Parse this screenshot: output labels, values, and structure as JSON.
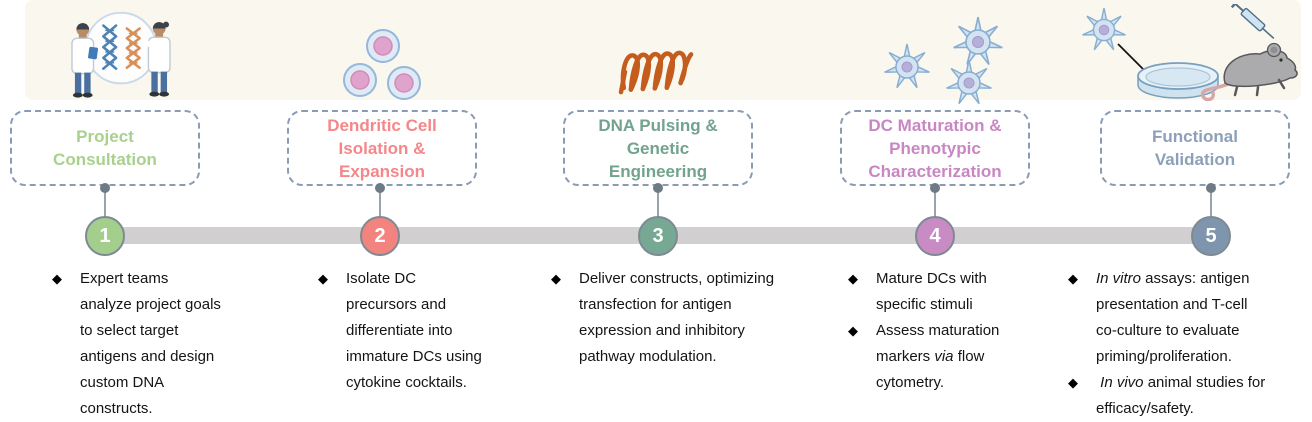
{
  "colors": {
    "banner_bg": "#faf7ee",
    "timeline_bar": "#d1cfcf",
    "box_border": "#8a9bb4",
    "connector": "#9aa3ab",
    "dot": "#6e7a86",
    "circle_border": "#7e8a93"
  },
  "bullet_glyph": "◆",
  "steps": [
    {
      "number": "1",
      "title": "Project\nConsultation",
      "title_color": "#a9d18e",
      "circle_color": "#a3ce8c",
      "icon": "scientists-dna-icon",
      "bullets": [
        {
          "lines": [
            "Expert teams",
            "analyze project goals",
            "to select target",
            "antigens and design",
            "custom DNA",
            "constructs."
          ]
        }
      ]
    },
    {
      "number": "2",
      "title": "Dendritic Cell\nIsolation &\nExpansion",
      "title_color": "#f5878a",
      "circle_color": "#f3837e",
      "icon": "cells-icon",
      "bullets": [
        {
          "lines": [
            "Isolate DC",
            "precursors and",
            "differentiate into",
            "immature DCs using",
            "cytokine cocktails."
          ]
        }
      ]
    },
    {
      "number": "3",
      "title": "DNA Pulsing &\nGenetic\nEngineering",
      "title_color": "#72a38e",
      "circle_color": "#76a894",
      "icon": "dna-strand-icon",
      "bullets": [
        {
          "lines": [
            "Deliver constructs, optimizing",
            "transfection for antigen",
            "expression and inhibitory",
            "pathway modulation."
          ]
        }
      ]
    },
    {
      "number": "4",
      "title": "DC Maturation &\nPhenotypic\nCharacterization",
      "title_color": "#c887c3",
      "circle_color": "#c98bc4",
      "icon": "dendritic-cells-icon",
      "bullets": [
        {
          "lines": [
            "Mature DCs with",
            "specific stimuli"
          ]
        },
        {
          "lines": [
            "Assess maturation",
            "markers *via* flow",
            "cytometry."
          ]
        }
      ]
    },
    {
      "number": "5",
      "title": "Functional\nValidation",
      "title_color": "#8ca0ba",
      "circle_color": "#7e95ad",
      "icon": "cell-dish-mouse-icon",
      "bullets": [
        {
          "lines": [
            "*In vitro* assays: antigen",
            "presentation and T-cell",
            "co-culture to evaluate",
            "priming/proliferation."
          ]
        },
        {
          "lines": [
            " *In vivo* animal studies for",
            "efficacy/safety."
          ]
        }
      ]
    }
  ]
}
